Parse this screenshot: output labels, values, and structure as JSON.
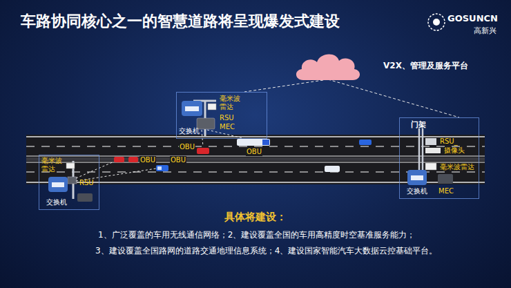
{
  "diagram": {
    "title": "车路协同核心之一的智慧道路将呈现爆发式建设",
    "nodes": [
      {
        "text": [
          "V2X、管理及服务平台"
        ]
      },
      {
        "text": [
          "毫米波雷达",
          "RSU",
          "MEC",
          "交换机"
        ]
      },
      {
        "text": [
          "毫米波雷达",
          "RSU",
          "交换机"
        ]
      },
      {
        "text": [
          "门架",
          "RSU_",
          "摄像头",
          "毫米波雷达",
          "交换机",
          "MEC"
        ]
      }
    ],
    "edges": [
      {
        "from": 0,
        "to": 1,
        "arrow": "none"
      },
      {
        "from": 0,
        "to": 3,
        "arrow": "none"
      }
    ],
    "labels": [
      "GOSUNCN",
      "高新兴",
      "OBU",
      "OBU",
      "OBU",
      "OBU",
      "具体将建设：",
      "1、广泛覆盖的车用无线通信网络；2、建设覆盖全国的车用高精度时空基准服务能力；",
      "3、建设覆盖全国路网的道路交通地理信息系统；4、建设国家智能汽车大数据云控基础平台。"
    ]
  }
}
